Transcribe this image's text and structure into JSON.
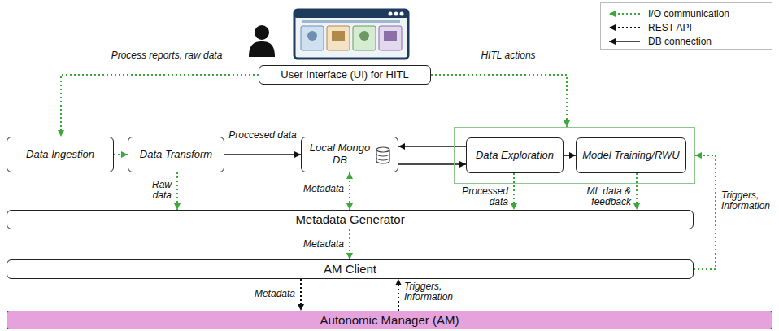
{
  "diagram": {
    "nodes": [
      {
        "text": [
          "User Interface (UI)  for HITL"
        ]
      },
      {
        "text": [
          "Data Ingestion"
        ]
      },
      {
        "text": [
          "Data Transform"
        ]
      },
      {
        "text": [
          "Local Mongo DB"
        ]
      },
      {
        "text": []
      },
      {
        "text": [
          "Data Exploration"
        ],
        "in": 4
      },
      {
        "text": [
          "Model Training/RWU"
        ],
        "in": 4
      },
      {
        "text": [
          "Metadata Generator"
        ]
      },
      {
        "text": [
          "AM Client"
        ]
      },
      {
        "text": [
          "Autonomic Manager (AM)"
        ]
      }
    ],
    "edges": [
      {
        "from": 0,
        "to": 1,
        "label": "Process reports, raw data",
        "arrow": "to"
      },
      {
        "from": 0,
        "to": 4,
        "label": "HITL actions",
        "arrow": "to"
      },
      {
        "from": 1,
        "to": 2,
        "arrow": "to"
      },
      {
        "from": 2,
        "to": 3,
        "label": "Proccesed data",
        "arrow": "to"
      },
      {
        "from": 2,
        "to": 7,
        "label": "Raw data",
        "arrow": "to"
      },
      {
        "from": 5,
        "to": 3,
        "arrow": "to"
      },
      {
        "from": 3,
        "to": 5,
        "arrow": "to"
      },
      {
        "from": 5,
        "to": 6,
        "arrow": "to"
      },
      {
        "from": 3,
        "to": 7,
        "label": "Metadata",
        "arrow": "both"
      },
      {
        "from": 5,
        "to": 7,
        "label": "Processed data",
        "arrow": "to"
      },
      {
        "from": 6,
        "to": 7,
        "label": "ML data & feedback",
        "arrow": "to"
      },
      {
        "from": 7,
        "to": 8,
        "label": "Metadata",
        "arrow": "to"
      },
      {
        "from": 8,
        "to": 4,
        "label": "Triggers, Information",
        "arrow": "to"
      },
      {
        "from": 8,
        "to": 9,
        "label": "Metadata",
        "arrow": "to"
      },
      {
        "from": 9,
        "to": 8,
        "label": "Triggers, Information",
        "arrow": "to"
      }
    ],
    "legend": [
      {
        "text": "I/O communication"
      },
      {
        "text": "REST API"
      },
      {
        "text": "DB connection"
      }
    ]
  }
}
